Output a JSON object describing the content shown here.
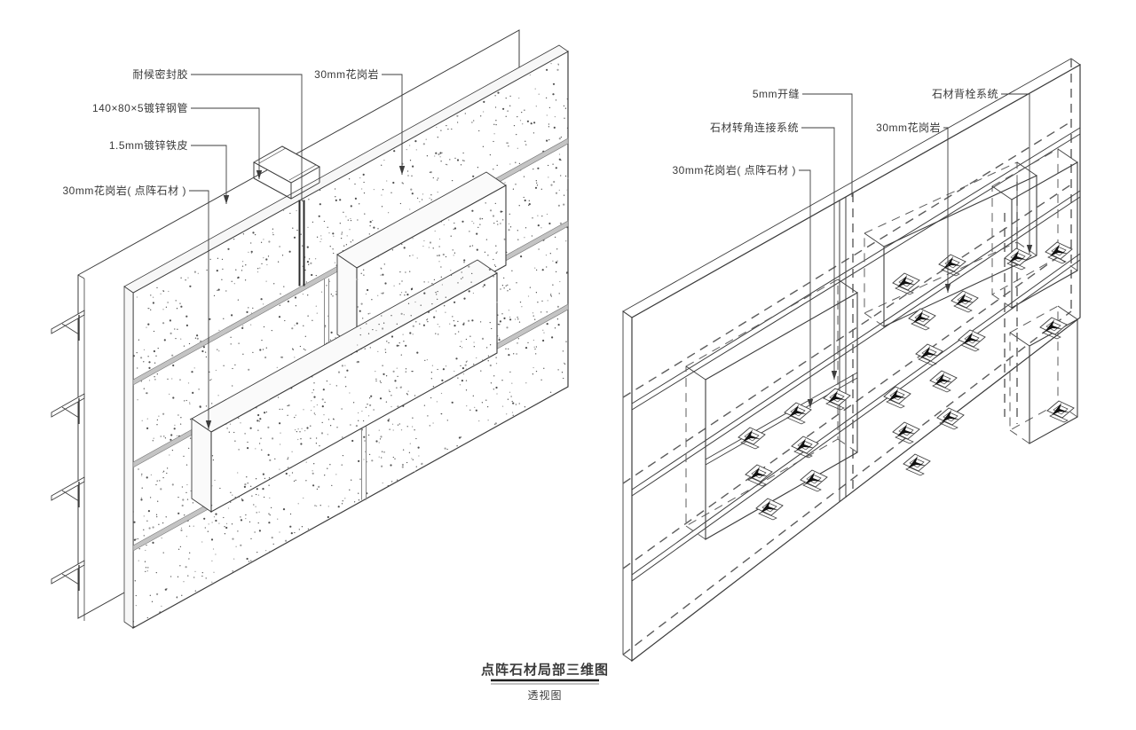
{
  "title": {
    "main": "点阵石材局部三维图",
    "sub": "透视图"
  },
  "left_diagram": {
    "name": "dot-matrix-stone-axonometric",
    "labels": [
      {
        "id": "sealant",
        "text": "耐候密封胶"
      },
      {
        "id": "granite-30mm",
        "text": "30mm花岗岩"
      },
      {
        "id": "steel-tube",
        "text": "140×80×5镀锌钢管"
      },
      {
        "id": "iron-sheet",
        "text": "1.5mm镀锌铁皮"
      },
      {
        "id": "dot-matrix-stone",
        "text": "30mm花岗岩( 点阵石材 )"
      }
    ]
  },
  "right_diagram": {
    "name": "stone-back-bolt-wireframe",
    "labels": [
      {
        "id": "open-joint",
        "text": "5mm开缝"
      },
      {
        "id": "back-bolt-system",
        "text": "石材背栓系统"
      },
      {
        "id": "corner-connector",
        "text": "石材转角连接系统"
      },
      {
        "id": "granite-30mm",
        "text": "30mm花岗岩"
      },
      {
        "id": "dot-matrix-stone",
        "text": "30mm花岗岩( 点阵石材 )"
      }
    ]
  },
  "colors": {
    "line": "#3d3d3d",
    "line_light": "#6e6e6e",
    "stipple_dark": "#4f4f4f",
    "stipple_light": "#9a9a9a",
    "joint_fill": "#c4c4c4",
    "sealant": "#2a2a2a",
    "background": "#ffffff"
  }
}
